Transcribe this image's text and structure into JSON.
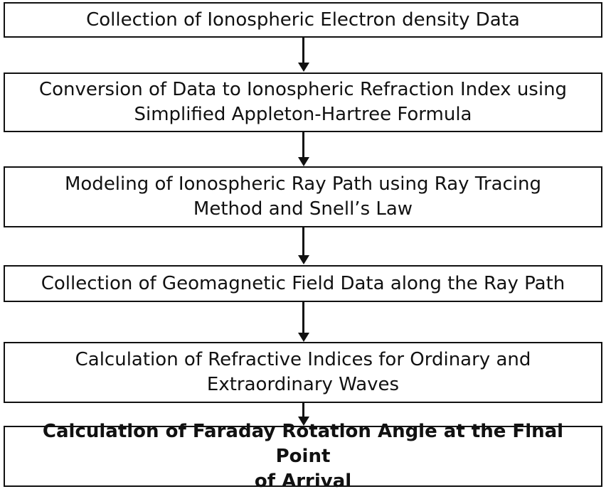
{
  "diagram": {
    "steps": [
      {
        "text": "Collection of Ionospheric Electron density Data"
      },
      {
        "text": "Conversion of Data to Ionospheric Refraction Index using\nSimplified Appleton-Hartree Formula"
      },
      {
        "text": "Modeling of Ionospheric Ray Path using Ray Tracing\nMethod and Snell’s Law"
      },
      {
        "text": "Collection of Geomagnetic Field Data along the Ray Path"
      },
      {
        "text": "Calculation of Refractive Indices for Ordinary and\nExtraordinary Waves"
      },
      {
        "text": "Calculation of Faraday Rotation Angle at the Final Point\nof Arrival"
      }
    ]
  }
}
